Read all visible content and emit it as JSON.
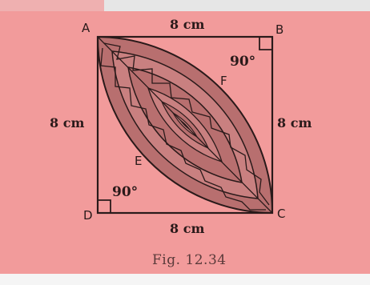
{
  "figure": {
    "vertices": {
      "a": "A",
      "b": "B",
      "c": "C",
      "d": "D"
    },
    "points": {
      "e": "E",
      "f": "F"
    },
    "sides": {
      "top": "8 cm",
      "left": "8 cm",
      "right": "8 cm",
      "bottom": "8 cm"
    },
    "angles": {
      "at_b": "90°",
      "at_d": "90°"
    },
    "caption": "Fig. 12.34",
    "colors": {
      "panel": "#f29b9b",
      "leaf": "#b86f6f",
      "line": "#2a1a1a"
    }
  }
}
